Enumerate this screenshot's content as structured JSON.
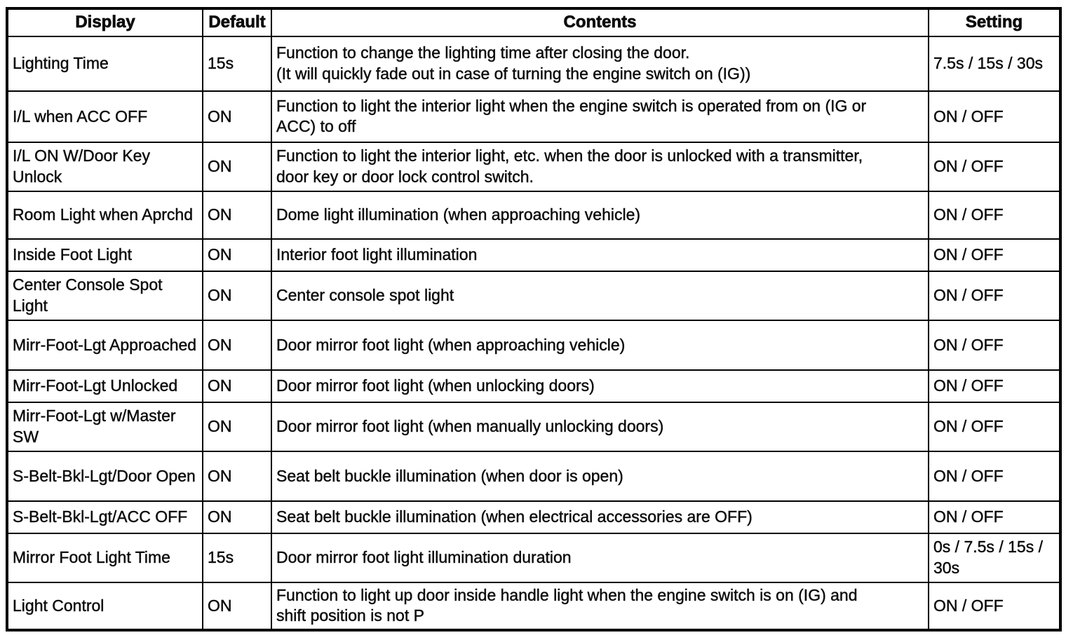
{
  "table": {
    "columns": [
      {
        "label": "Display"
      },
      {
        "label": "Default"
      },
      {
        "label": "Contents"
      },
      {
        "label": "Setting"
      }
    ],
    "rows": [
      {
        "display": "Lighting Time",
        "default": "15s",
        "contents": "Function to change the lighting time after closing the door.\n(It will quickly fade out in case of turning the engine switch on (IG))",
        "setting": "7.5s / 15s / 30s"
      },
      {
        "display": "I/L when ACC OFF",
        "default": "ON",
        "contents": "Function to light the interior light when the engine switch is operated from on (IG or\nACC) to off",
        "setting": "ON / OFF"
      },
      {
        "display": "I/L ON W/Door Key Unlock",
        "default": "ON",
        "contents": "Function to light the interior light, etc. when the door is unlocked with a transmitter,\ndoor key or door lock control switch.",
        "setting": "ON / OFF"
      },
      {
        "display": "Room Light when Aprchd",
        "default": "ON",
        "contents": "Dome light illumination (when approaching vehicle)",
        "setting": "ON / OFF"
      },
      {
        "display": "Inside Foot Light",
        "default": "ON",
        "contents": "Interior foot light illumination",
        "setting": "ON / OFF"
      },
      {
        "display": "Center Console Spot Light",
        "default": "ON",
        "contents": "Center console spot light",
        "setting": "ON / OFF"
      },
      {
        "display": "Mirr-Foot-Lgt Approached",
        "default": "ON",
        "contents": "Door mirror foot light (when approaching vehicle)",
        "setting": "ON / OFF"
      },
      {
        "display": "Mirr-Foot-Lgt Unlocked",
        "default": "ON",
        "contents": "Door mirror foot light (when unlocking doors)",
        "setting": "ON / OFF"
      },
      {
        "display": "Mirr-Foot-Lgt w/Master SW",
        "default": "ON",
        "contents": "Door mirror foot light (when manually unlocking doors)",
        "setting": "ON / OFF"
      },
      {
        "display": "S-Belt-Bkl-Lgt/Door Open",
        "default": "ON",
        "contents": "Seat belt buckle illumination (when door is open)",
        "setting": "ON / OFF"
      },
      {
        "display": "S-Belt-Bkl-Lgt/ACC OFF",
        "default": "ON",
        "contents": "Seat belt buckle illumination (when electrical accessories are OFF)",
        "setting": "ON / OFF"
      },
      {
        "display": "Mirror Foot Light Time",
        "default": "15s",
        "contents": "Door mirror foot light illumination duration",
        "setting": "0s / 7.5s / 15s /\n30s"
      },
      {
        "display": "Light Control",
        "default": "ON",
        "contents": "Function to light up door inside handle light when the engine switch is on (IG) and\nshift position is not P",
        "setting": "ON / OFF"
      }
    ]
  }
}
